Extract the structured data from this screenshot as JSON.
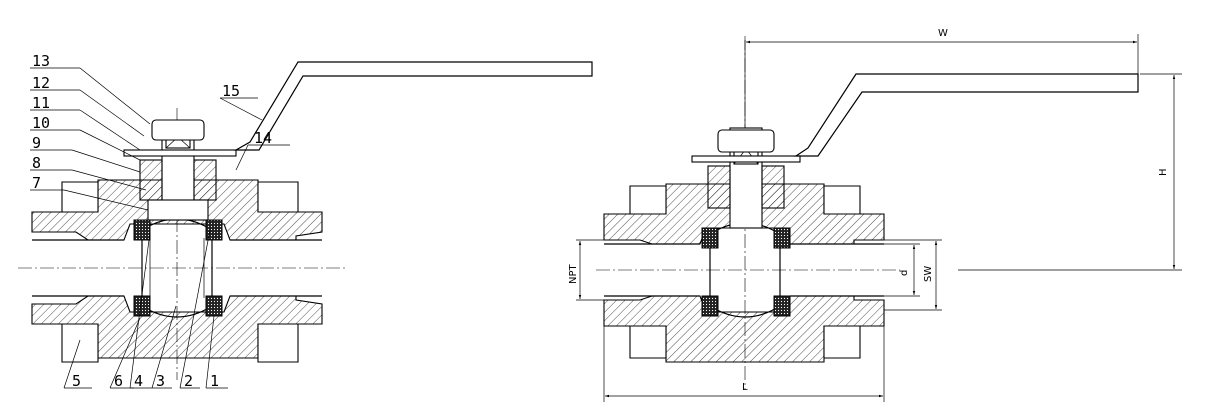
{
  "left_view": {
    "part_numbers": [
      "1",
      "2",
      "3",
      "4",
      "5",
      "6",
      "7",
      "8",
      "9",
      "10",
      "11",
      "12",
      "13",
      "14",
      "15"
    ]
  },
  "right_view": {
    "dimensions": {
      "width": "W",
      "height": "H",
      "length": "L",
      "bore": "d",
      "wrench": "SW",
      "thread": "NPT"
    }
  }
}
